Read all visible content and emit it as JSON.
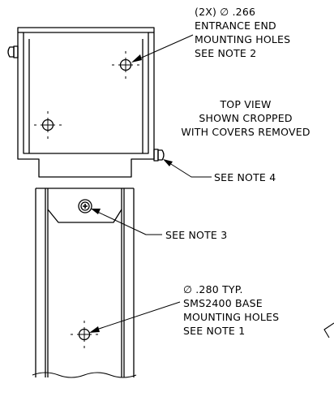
{
  "notes": {
    "entrance_holes": {
      "line1": "(2X) ∅ .266",
      "line2": "ENTRANCE END",
      "line3": "MOUNTING HOLES",
      "line4": "SEE NOTE 2"
    },
    "top_view": {
      "line1": "TOP VIEW",
      "line2": "SHOWN CROPPED",
      "line3": "WITH COVERS REMOVED"
    },
    "note4": "SEE NOTE 4",
    "note3": "SEE NOTE 3",
    "base_holes": {
      "line1": "∅ .280 TYP.",
      "line2": "SMS2400 BASE",
      "line3": "MOUNTING HOLES",
      "line4": "SEE NOTE 1"
    }
  },
  "colors": {
    "line": "#000000",
    "background": "#ffffff"
  }
}
